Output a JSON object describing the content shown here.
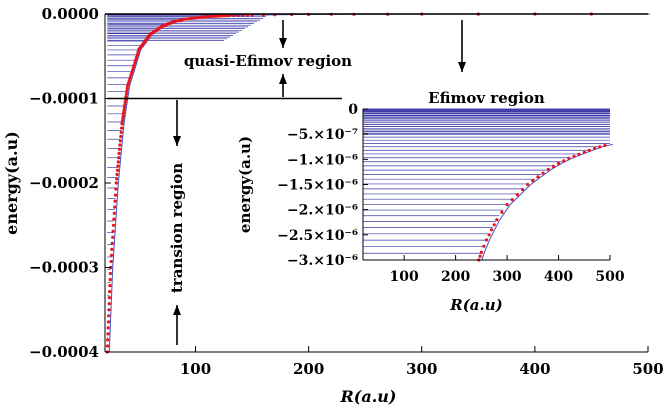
{
  "chart_data": [
    {
      "type": "line",
      "xlabel": "R(a.u)",
      "ylabel": "energy(a.u)",
      "xlim": [
        20,
        500
      ],
      "ylim": [
        -0.0004,
        0
      ],
      "xticks": [
        100,
        200,
        300,
        400,
        500
      ],
      "xtick_labels": [
        "100",
        "200",
        "300",
        "400",
        "500"
      ],
      "yticks": [
        0,
        -0.0001,
        -0.0002,
        -0.0003,
        -0.0004
      ],
      "ytick_labels": [
        "0.0000",
        "−0.0001",
        "−0.0002",
        "−0.0003",
        "−0.0004"
      ],
      "series_points": [
        [
          22,
          -0.0004
        ],
        [
          25,
          -0.0003
        ],
        [
          30,
          -0.0002
        ],
        [
          35,
          -0.00013
        ],
        [
          40,
          -8.5e-05
        ],
        [
          50,
          -4.2e-05
        ],
        [
          60,
          -2.4e-05
        ],
        [
          70,
          -1.5e-05
        ],
        [
          80,
          -9.5e-06
        ],
        [
          90,
          -6.3e-06
        ],
        [
          100,
          -4.5e-06
        ],
        [
          110,
          -3.3e-06
        ],
        [
          120,
          -2.4e-06
        ],
        [
          130,
          -1.8e-06
        ],
        [
          150,
          -1.1e-06
        ],
        [
          170,
          -8e-07
        ],
        [
          200,
          -5e-07
        ],
        [
          240,
          -3e-07
        ],
        [
          300,
          -1.5e-07
        ],
        [
          400,
          -5e-08
        ],
        [
          500,
          -2e-08
        ]
      ],
      "annotations": {
        "quasi_efimov": "quasi-Efimov region",
        "transion": "transion region",
        "efimov": "Efimov region"
      },
      "threshold_line_y": -0.0001,
      "line_colors": {
        "levels": "#3a3aa8",
        "points": "#e8141e",
        "curve": "#4050c0"
      }
    },
    {
      "type": "line",
      "title": "Efimov region",
      "xlabel": "R(a.u)",
      "ylabel": "energy(a.u)",
      "xlim": [
        20,
        500
      ],
      "ylim": [
        -3e-06,
        0
      ],
      "xticks": [
        100,
        200,
        300,
        400,
        500
      ],
      "xtick_labels": [
        "100",
        "200",
        "300",
        "400",
        "500"
      ],
      "yticks": [
        0,
        -5e-07,
        -1e-06,
        -1.5e-06,
        -2e-06,
        -2.5e-06,
        -3e-06
      ],
      "ytick_labels": [
        "0",
        "−5.×10⁻⁷",
        "−1.×10⁻⁶",
        "−1.5×10⁻⁶",
        "−2.×10⁻⁶",
        "−2.5×10⁻⁶",
        "−3.×10⁻⁶"
      ],
      "series_points": [
        [
          245,
          -3e-06
        ],
        [
          250,
          -2.85e-06
        ],
        [
          260,
          -2.6e-06
        ],
        [
          270,
          -2.4e-06
        ],
        [
          280,
          -2.2e-06
        ],
        [
          300,
          -1.9e-06
        ],
        [
          320,
          -1.7e-06
        ],
        [
          340,
          -1.5e-06
        ],
        [
          360,
          -1.35e-06
        ],
        [
          380,
          -1.2e-06
        ],
        [
          400,
          -1.08e-06
        ],
        [
          420,
          -9.8e-07
        ],
        [
          440,
          -9e-07
        ],
        [
          460,
          -8.2e-07
        ],
        [
          480,
          -7.5e-07
        ],
        [
          500,
          -7e-07
        ]
      ]
    }
  ]
}
